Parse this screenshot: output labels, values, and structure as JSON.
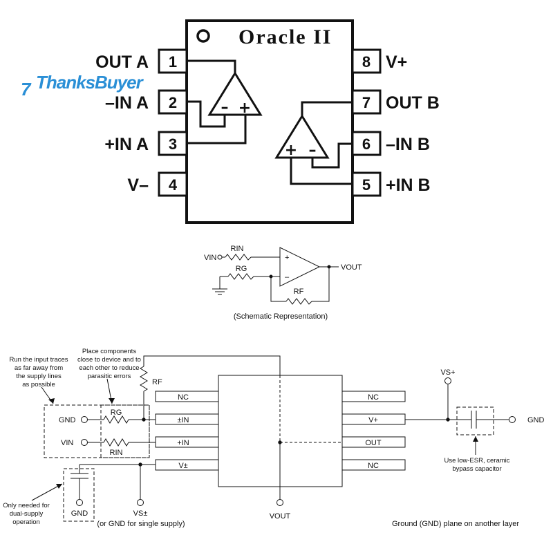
{
  "watermark": {
    "logo_mark": "7",
    "text": "ThanksBuyer",
    "color": "#2a8fd6"
  },
  "ic": {
    "title": "Oracle II",
    "pins_left": [
      {
        "number": "1",
        "label": "OUT A"
      },
      {
        "number": "2",
        "label": "–IN A"
      },
      {
        "number": "3",
        "label": "+IN A"
      },
      {
        "number": "4",
        "label": "V–"
      }
    ],
    "pins_right": [
      {
        "number": "8",
        "label": "V+"
      },
      {
        "number": "7",
        "label": "OUT B"
      },
      {
        "number": "6",
        "label": "–IN B"
      },
      {
        "number": "5",
        "label": "+IN B"
      }
    ],
    "amp_a": {
      "minus": "–",
      "plus": "+"
    },
    "amp_b": {
      "plus": "+",
      "minus": "–"
    }
  },
  "schematic": {
    "vin": "VIN",
    "rin": "RIN",
    "rg": "RG",
    "rf": "RF",
    "vout": "VOUT",
    "plus": "+",
    "minus": "–",
    "caption": "(Schematic Representation)"
  },
  "layout": {
    "pads_left": [
      "NC",
      "±IN",
      "+IN",
      "V±"
    ],
    "pads_right": [
      "NC",
      "V+",
      "OUT",
      "NC"
    ],
    "labels": {
      "rf": "RF",
      "rg": "RG",
      "rin": "RIN",
      "gnd_left": "GND",
      "vin": "VIN",
      "gnd_cap": "GND",
      "vs_minus": "VS±",
      "vs_minus_note": "(or GND for single supply)",
      "vout": "VOUT",
      "vs_plus": "VS+",
      "gnd_right": "GND"
    },
    "notes": {
      "input_traces": [
        "Run the input traces",
        "as far away from",
        "the supply lines",
        "as possible"
      ],
      "place_components": [
        "Place components",
        "close to device and to",
        "each other to reduce",
        "parasitic errors"
      ],
      "dual_supply": [
        "Only needed for",
        "dual-supply",
        "operation"
      ],
      "bypass": [
        "Use low-ESR, ceramic",
        "bypass capacitor"
      ],
      "ground_plane": "Ground (GND) plane on another layer"
    }
  }
}
